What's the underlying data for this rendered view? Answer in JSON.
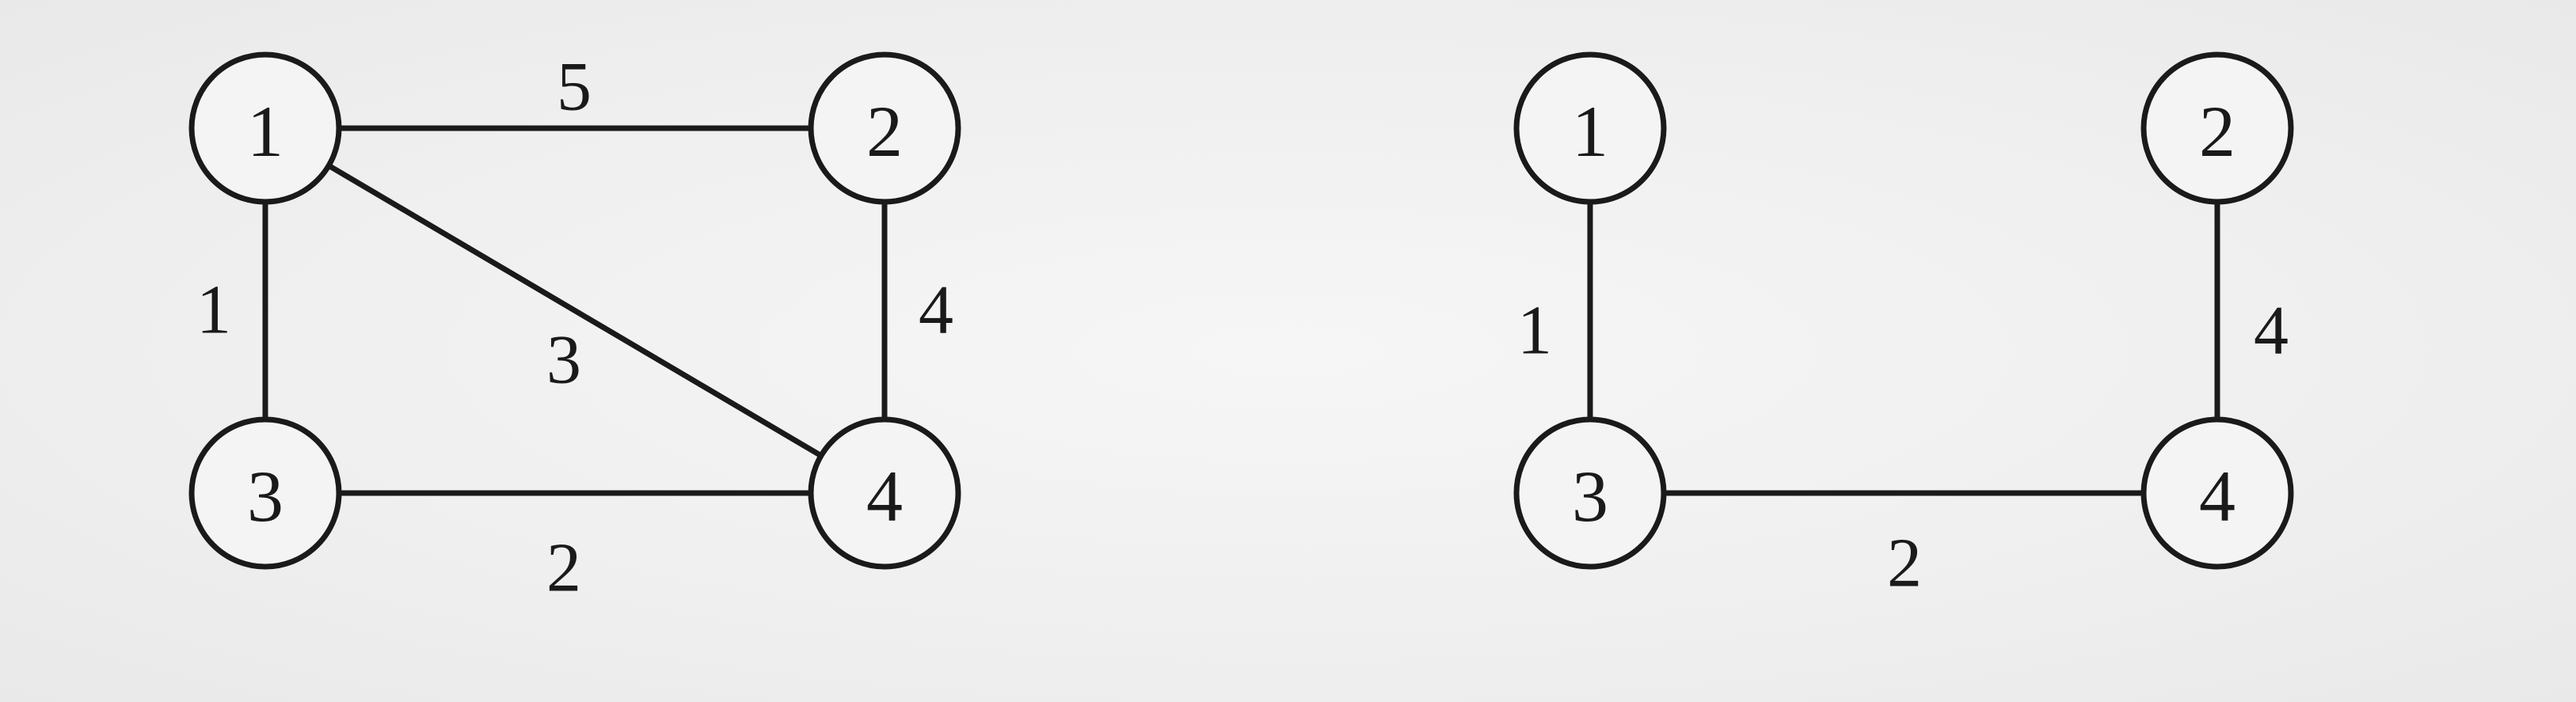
{
  "graphs": [
    {
      "nodes": [
        {
          "id": "1",
          "label": "1"
        },
        {
          "id": "2",
          "label": "2"
        },
        {
          "id": "3",
          "label": "3"
        },
        {
          "id": "4",
          "label": "4"
        }
      ],
      "edges": [
        {
          "from": "1",
          "to": "2",
          "weight": "5"
        },
        {
          "from": "1",
          "to": "3",
          "weight": "1"
        },
        {
          "from": "1",
          "to": "4",
          "weight": "3"
        },
        {
          "from": "2",
          "to": "4",
          "weight": "4"
        },
        {
          "from": "3",
          "to": "4",
          "weight": "2"
        }
      ]
    },
    {
      "nodes": [
        {
          "id": "1",
          "label": "1"
        },
        {
          "id": "2",
          "label": "2"
        },
        {
          "id": "3",
          "label": "3"
        },
        {
          "id": "4",
          "label": "4"
        }
      ],
      "edges": [
        {
          "from": "1",
          "to": "3",
          "weight": "1"
        },
        {
          "from": "2",
          "to": "4",
          "weight": "4"
        },
        {
          "from": "3",
          "to": "4",
          "weight": "2"
        }
      ]
    }
  ]
}
